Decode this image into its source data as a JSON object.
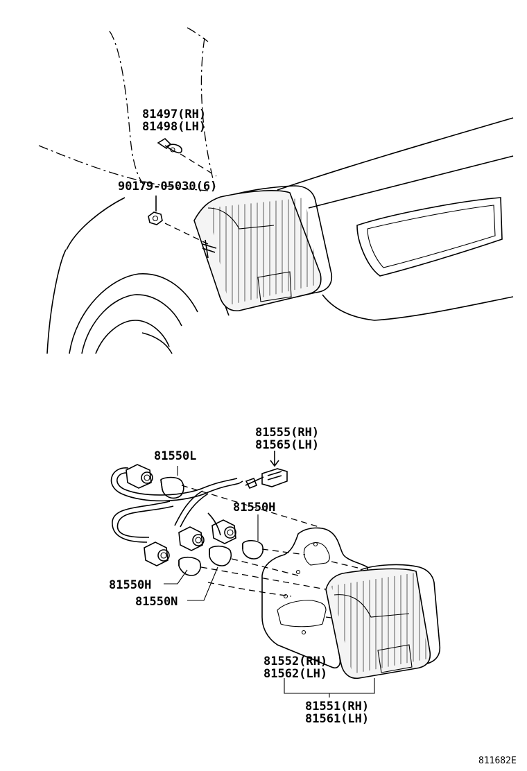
{
  "labels": {
    "clip_rh": "81497(RH)",
    "clip_lh": "81498(LH)",
    "nut": "90179-05030(6)",
    "socket_wire_rh": "81555(RH)",
    "socket_wire_lh": "81565(LH)",
    "bulb_l": "81550L",
    "bulb_h_top": "81550H",
    "bulb_h_left": "81550H",
    "bulb_n": "81550N",
    "gasket_rh": "81552(RH)",
    "gasket_lh": "81562(LH)",
    "lamp_rh": "81551(RH)",
    "lamp_lh": "81561(LH)"
  },
  "diagram_code": "811682E"
}
